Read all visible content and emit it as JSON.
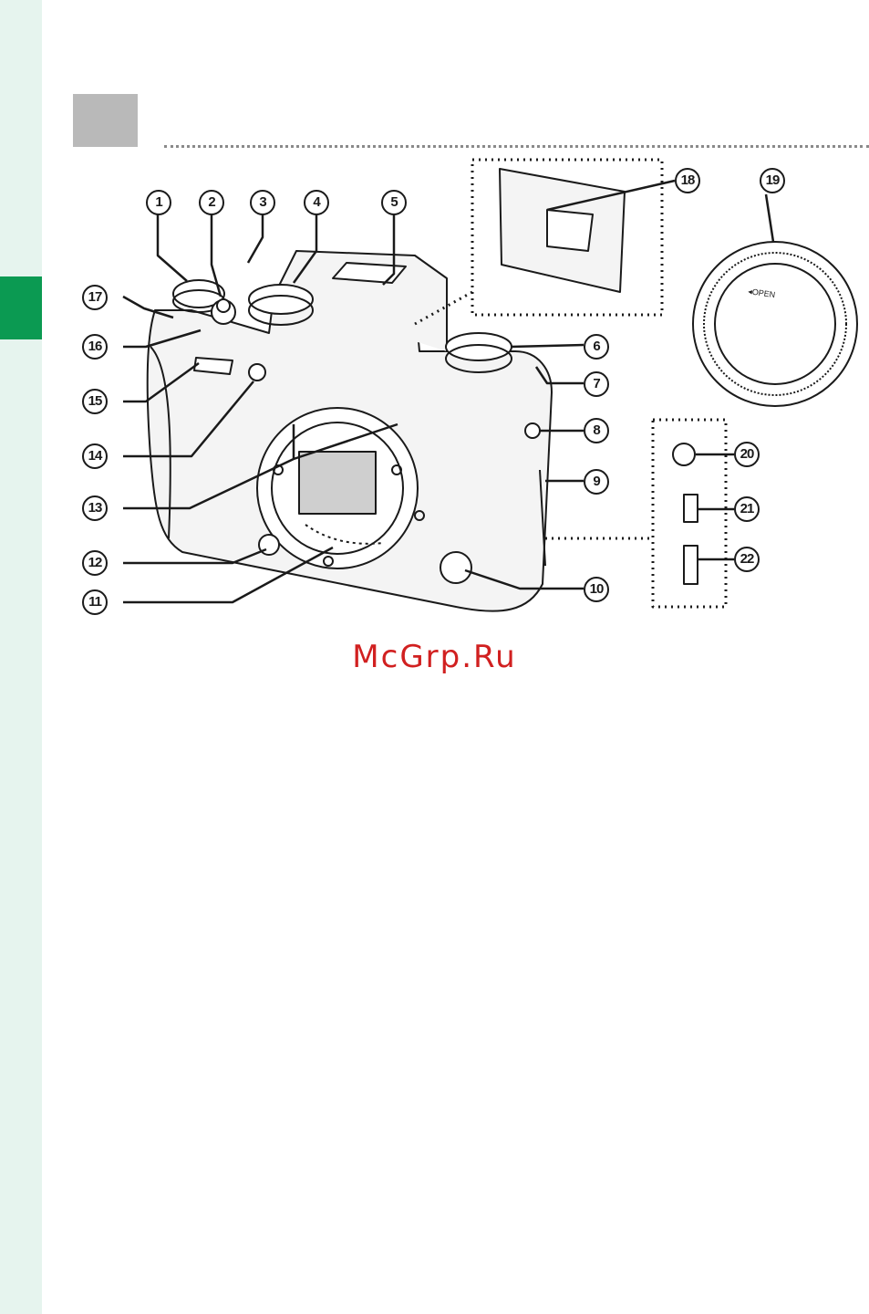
{
  "page": {
    "section_marker_color": "#b9b9b9",
    "side_tab_color": "#0b9a52",
    "side_strip_color": "#e6f4ee"
  },
  "diagram": {
    "callouts": [
      "1",
      "2",
      "3",
      "4",
      "5",
      "6",
      "7",
      "8",
      "9",
      "10",
      "11",
      "12",
      "13",
      "14",
      "15",
      "16",
      "17",
      "18",
      "19",
      "20",
      "21",
      "22"
    ],
    "body_cap_text": "◂OPEN"
  },
  "watermark": {
    "text": "McGrp.Ru",
    "color": "#d12020"
  }
}
